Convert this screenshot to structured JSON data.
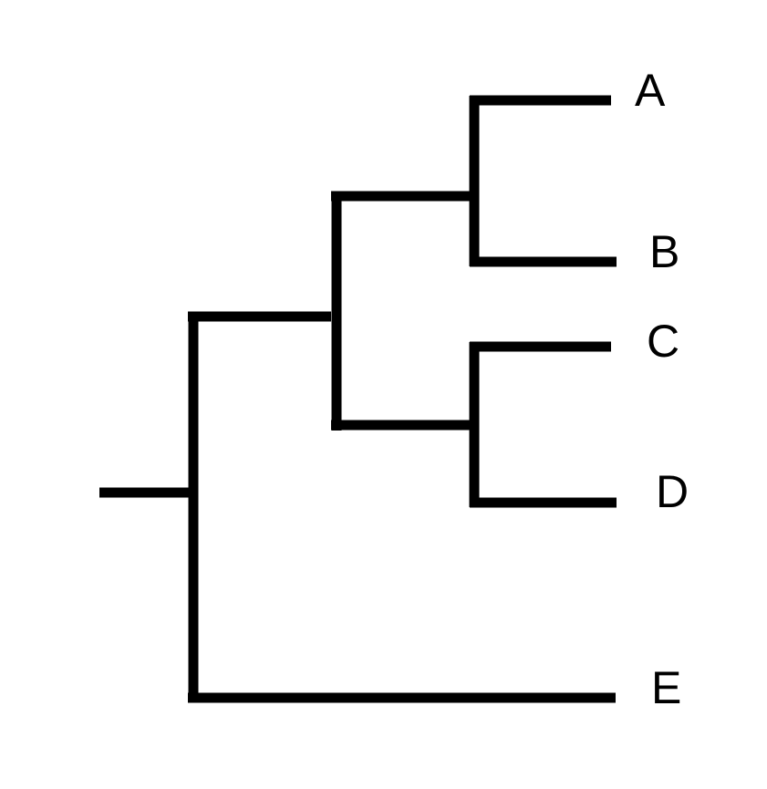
{
  "tree": {
    "taxa": {
      "a": "A",
      "b": "B",
      "c": "C",
      "d": "D",
      "e": "E"
    },
    "branch_color": "#000000",
    "background_color": "#ffffff"
  }
}
